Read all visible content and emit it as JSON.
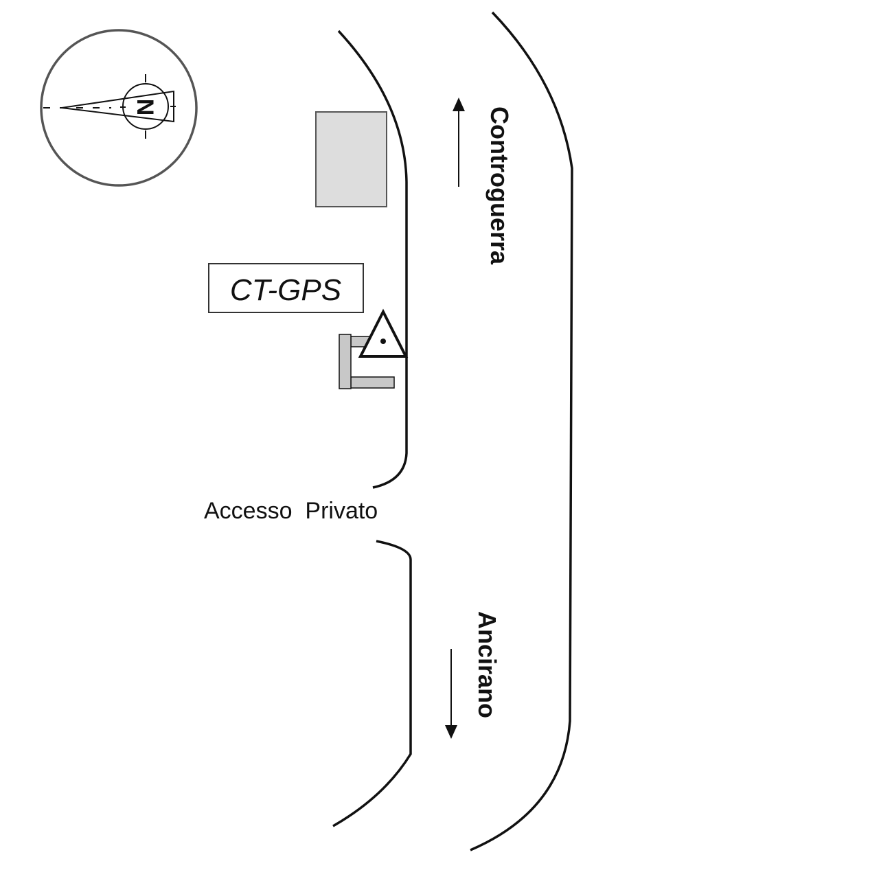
{
  "compass": {
    "north_letter": "N"
  },
  "labels": {
    "station": "CT-GPS",
    "access": "Accesso  Privato",
    "direction_north": "Controguerra",
    "direction_south": "Ancirano"
  },
  "colors": {
    "building": "#dddddd",
    "structure": "#c8c8c8",
    "line": "#111111",
    "compass_ring": "#555555"
  }
}
